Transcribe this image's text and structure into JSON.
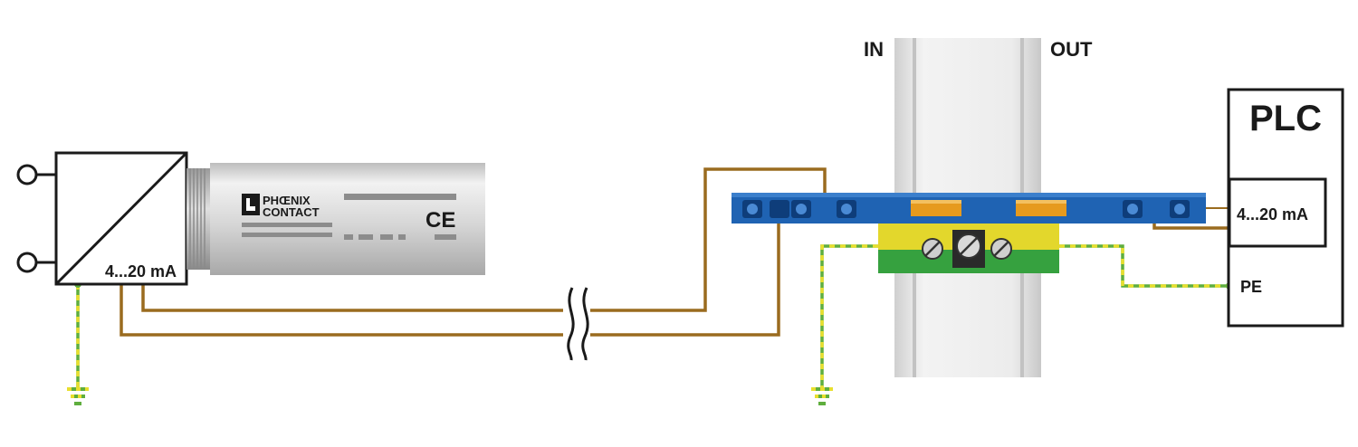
{
  "labels": {
    "transducer_signal": "4...20 mA",
    "in": "IN",
    "out": "OUT",
    "plc_title": "PLC",
    "plc_input": "4...20 mA",
    "pe": "PE"
  },
  "device": {
    "brand_line1": "PHŒNIX",
    "brand_line2": "CONTACT",
    "mark": "CE"
  },
  "colors": {
    "signal_wire": "#9a6b1f",
    "earth_green": "#5fae3e",
    "earth_yellow": "#e8df2e",
    "terminal_blue": "#1f63b3",
    "terminal_orange": "#e69a1e",
    "din_rail": "#dcdcdc",
    "device_body": "#d8d8d8"
  }
}
